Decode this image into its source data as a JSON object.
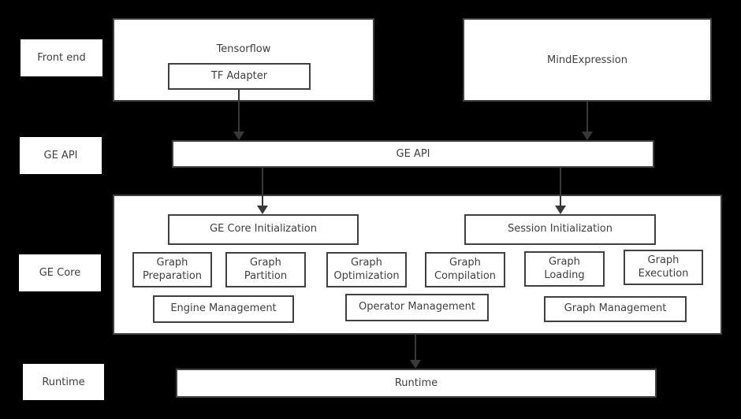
{
  "colors": {
    "background": "#000000",
    "box_fill": "#ffffff",
    "box_border": "#404040",
    "text": "#3f3f3f",
    "arrow": "#383838"
  },
  "row_labels": [
    "Front end",
    "GE API",
    "GE Core",
    "Runtime"
  ],
  "front_end": {
    "tensorflow_title": "Tensorflow",
    "tf_adapter": "TF Adapter",
    "mind_expression": "MindExpression"
  },
  "ge_api": {
    "label": "GE API"
  },
  "ge_core": {
    "initialization": [
      "GE Core Initialization",
      "Session Initialization"
    ],
    "stages": [
      "Graph Preparation",
      "Graph Partition",
      "Graph Optimization",
      "Graph Compilation",
      "Graph Loading",
      "Graph Execution"
    ],
    "management": [
      "Engine Management",
      "Operator Management",
      "Graph Management"
    ]
  },
  "runtime": {
    "label": "Runtime"
  }
}
